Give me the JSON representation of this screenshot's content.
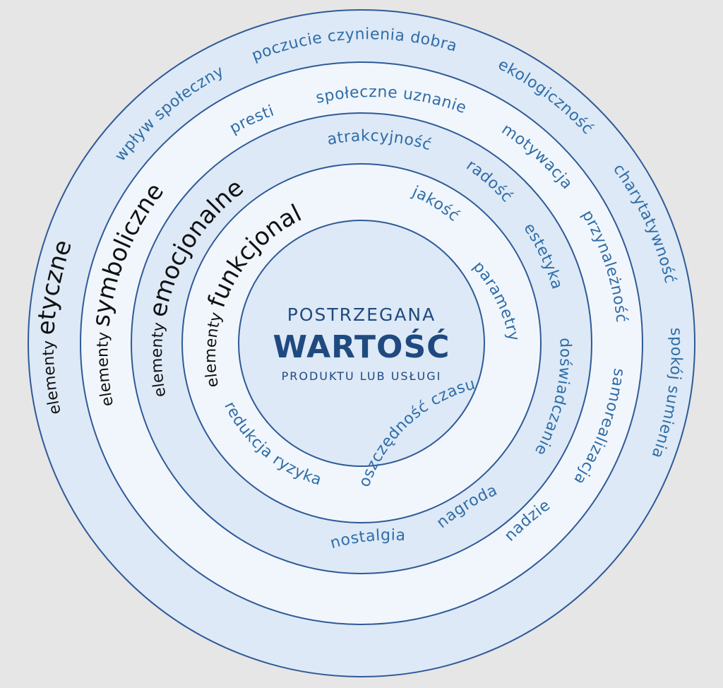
{
  "colors": {
    "background": "#e6e6e6",
    "ring_stroke": "#2f5a98",
    "ring_fill_dark": "#dde9f6",
    "ring_fill_light": "#f1f6fc",
    "item_text": "#2f6da8",
    "label_text": "#111111",
    "center_text": "#1f4a80"
  },
  "center": {
    "top": "POSTRZEGANA",
    "main": "WARTOŚĆ",
    "sub": "PRODUKTU LUB USŁUGI"
  },
  "rings": [
    {
      "prefix": "elementy",
      "name": "etyczne",
      "items": [
        "wpływ społeczny",
        "poczucie czynienia dobra",
        "ekologiczność",
        "charytatywność",
        "spokój sumienia"
      ]
    },
    {
      "prefix": "elementy",
      "name": "symboliczne",
      "items": [
        "prestiż",
        "społeczne uznanie",
        "motywacja",
        "przynależność",
        "samorealizacja",
        "nadzieja"
      ]
    },
    {
      "prefix": "elementy",
      "name": "emocjonalne",
      "items": [
        "atrakcyjność",
        "radość",
        "estetyka",
        "doświadczanie",
        "nagroda",
        "nostalgia"
      ]
    },
    {
      "prefix": "elementy",
      "name": "funkcjonalne",
      "items": [
        "jakość",
        "parametry",
        "oszczędność czasu",
        "redukcja ryzyka"
      ]
    }
  ]
}
